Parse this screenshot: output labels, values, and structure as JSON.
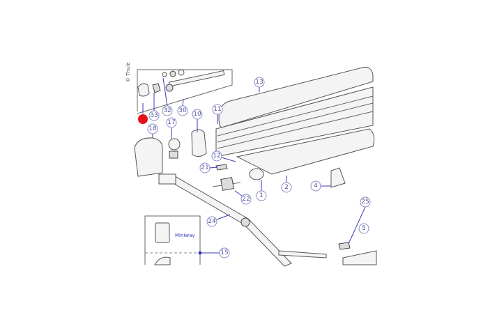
{
  "copyright": "© Thule",
  "remote_label": "Miniway",
  "highlight_color": "#e8101a",
  "callout_color": "#3a3ab8",
  "callouts": [
    "13",
    "11",
    "33",
    "32",
    "30",
    "10",
    "17",
    "18",
    "12",
    "21",
    "1",
    "2",
    "4",
    "22",
    "24",
    "25",
    "5",
    "15"
  ]
}
